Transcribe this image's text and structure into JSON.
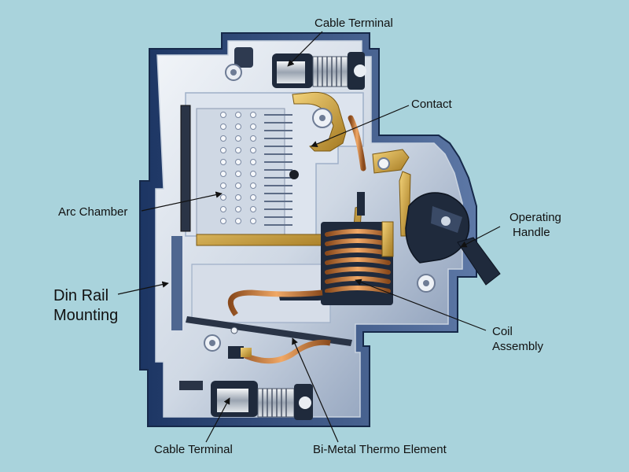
{
  "labels": {
    "cable_terminal_top": "Cable Terminal",
    "contact": "Contact",
    "arc_chamber": "Arc Chamber",
    "operating_handle_l1": "Operating",
    "operating_handle_l2": "Handle",
    "din_rail_l1": "Din Rail",
    "din_rail_l2": "Mounting",
    "coil_l1": "Coil",
    "coil_l2": "Assembly",
    "cable_terminal_bottom": "Cable Terminal",
    "bimetal": "Bi-Metal Thermo Element"
  },
  "colors": {
    "background": "#a9d3dc",
    "housing": "#e8edf3",
    "housing_shadow": "#2c4a78",
    "copper": "#c9813a",
    "brass": "#d4a93a",
    "steel": "#bfc6cf",
    "dark": "#1f2a3c"
  }
}
